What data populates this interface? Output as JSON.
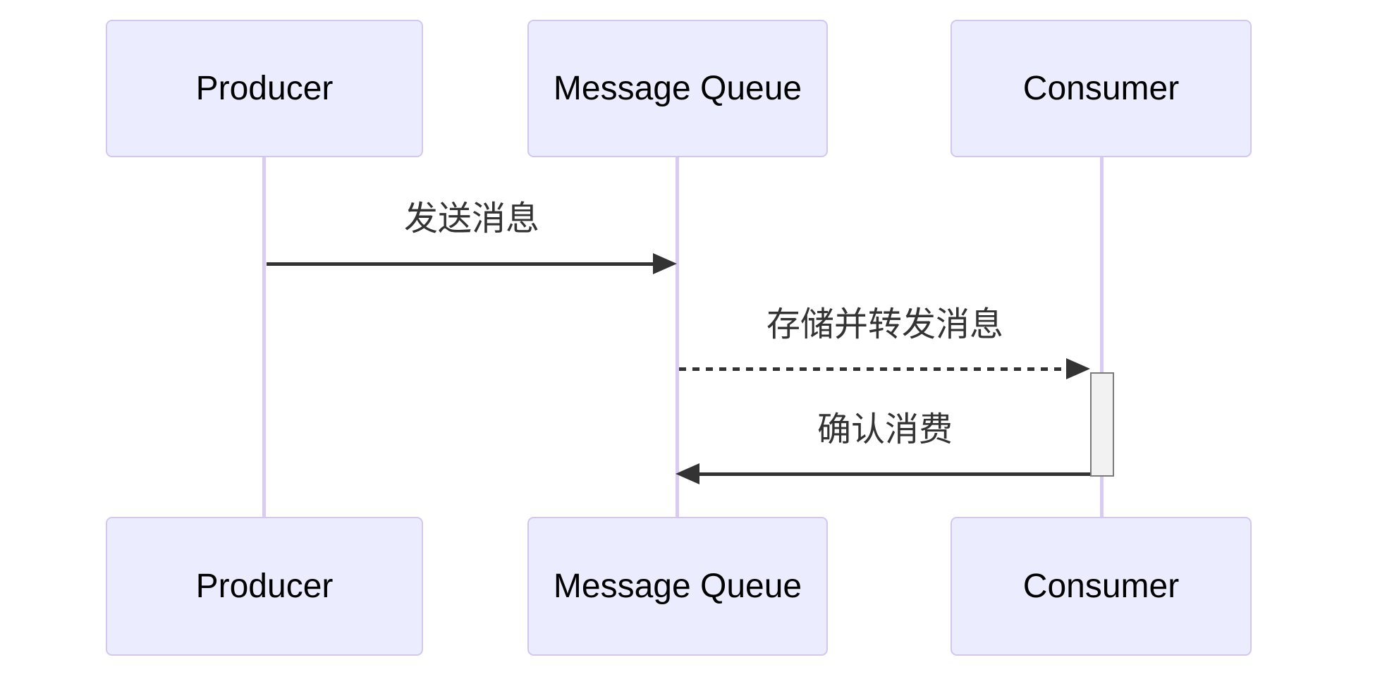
{
  "diagram": {
    "type": "sequence-diagram",
    "actors": [
      {
        "id": "producer",
        "label": "Producer"
      },
      {
        "id": "message-queue",
        "label": "Message Queue"
      },
      {
        "id": "consumer",
        "label": "Consumer"
      }
    ],
    "messages": [
      {
        "from": "Producer",
        "to": "Message Queue",
        "label": "发送消息",
        "line_style": "solid",
        "direction": "right"
      },
      {
        "from": "Message Queue",
        "to": "Consumer",
        "label": "存储并转发消息",
        "line_style": "dashed",
        "direction": "right"
      },
      {
        "from": "Consumer",
        "to": "Message Queue",
        "label": "确认消费",
        "line_style": "solid",
        "direction": "left"
      }
    ],
    "activation": {
      "on": "Consumer"
    },
    "colors": {
      "background": "#FFFFFF",
      "actor_fill": "#ECECFF",
      "actor_border": "#D3C7EE",
      "actor_text": "#000000",
      "lifeline": "#D8CDF0",
      "arrow": "#333333",
      "message_text": "#333333",
      "activation_fill": "#F2F2F2",
      "activation_border": "#7A7A7A"
    }
  }
}
